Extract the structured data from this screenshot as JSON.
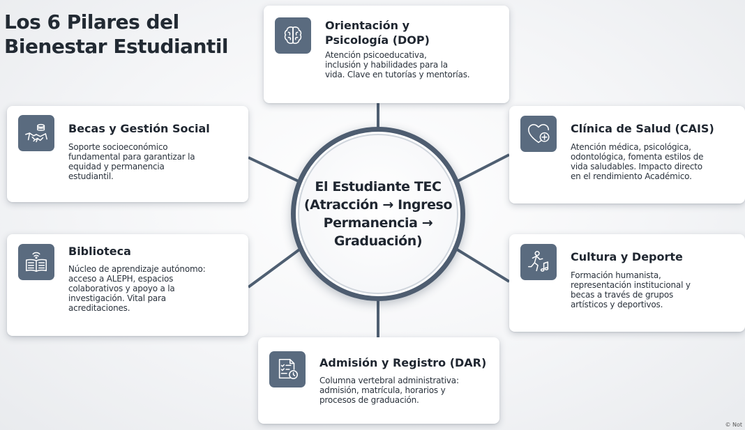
{
  "title": {
    "line1": "Los 6 Pilares del",
    "line2": "Bienestar Estudiantil"
  },
  "hub": {
    "line1": "El Estudiante TEC",
    "line2": "(Atracción → Ingreso",
    "line3": "Permanencia →",
    "line4": "Graduación)"
  },
  "pillars": {
    "dop": {
      "icon": "brain-icon",
      "title_line1": "Orientación y",
      "title_line2": "Psicología (DOP)",
      "desc": [
        "Atención psicoeducativa,",
        "inclusión y habilidades para la",
        "vida. Clave en tutorías y mentorías."
      ]
    },
    "becas": {
      "icon": "handshake-coins-icon",
      "title": "Becas y Gestión Social",
      "desc": [
        "Soporte socioeconómico",
        "fundamental para garantizar la",
        "equidad y permanencia",
        "estudiantil."
      ]
    },
    "cais": {
      "icon": "heart-medical-icon",
      "title": "Clínica de Salud (CAIS)",
      "desc": [
        "Atención médica, psicológica,",
        "odontológica, fomenta estilos de",
        "vida saludables. Impacto directo",
        "en el rendimiento Académico."
      ]
    },
    "biblioteca": {
      "icon": "book-wifi-icon",
      "title": "Biblioteca",
      "desc": [
        "Núcleo de aprendizaje autónomo:",
        "acceso a ALEPH, espacios",
        "colaborativos y apoyo a la",
        "investigación. Vital para",
        "acreditaciones."
      ]
    },
    "cultura": {
      "icon": "runner-music-icon",
      "title": "Cultura y Deporte",
      "desc": [
        "Formación humanista,",
        "representación institucional y",
        "becas a través de grupos",
        "artísticos y deportivos."
      ]
    },
    "dar": {
      "icon": "document-clock-icon",
      "title": "Admisión y Registro (DAR)",
      "desc": [
        "Columna vertebral administrativa:",
        "admisión, matrícula, horarios y",
        "procesos de graduación."
      ]
    }
  },
  "colors": {
    "accent": "#4e5d70",
    "icon_bg": "#5a6b7f",
    "card_bg": "#ffffff",
    "text": "#1f2630"
  },
  "watermark": "© Not"
}
